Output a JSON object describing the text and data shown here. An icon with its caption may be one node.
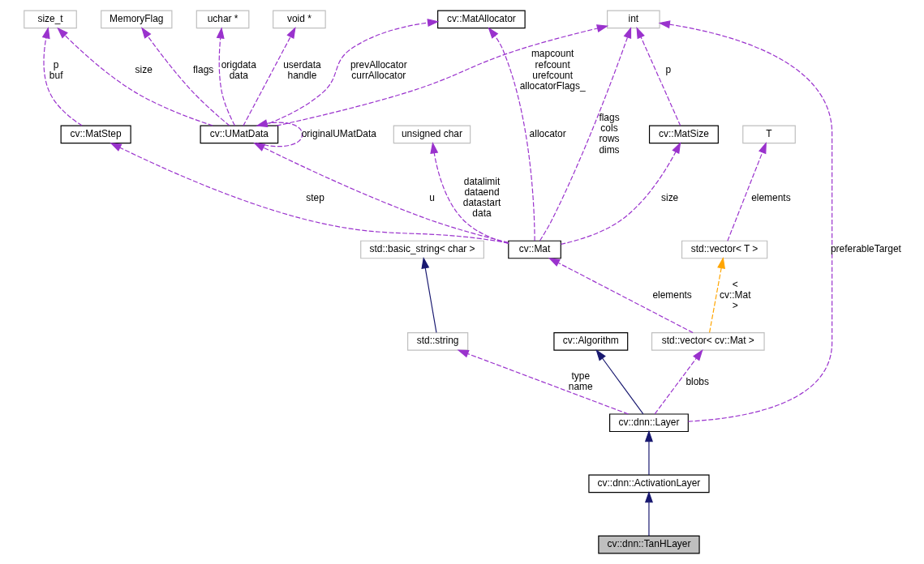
{
  "diagram": {
    "nodes": [
      {
        "text": [
          "int"
        ]
      },
      {
        "text": [
          "uchar *"
        ]
      },
      {
        "text": [
          "void *"
        ]
      },
      {
        "text": [
          "MemoryFlag"
        ]
      },
      {
        "text": [
          "cv::MatAllocator"
        ]
      },
      {
        "text": [
          "size_t"
        ]
      },
      {
        "text": [
          "cv::MatSize"
        ]
      },
      {
        "text": [
          "cv::UMatData"
        ]
      },
      {
        "text": [
          "cv::MatStep"
        ]
      },
      {
        "text": [
          "unsigned char"
        ]
      },
      {
        "text": [
          "T"
        ]
      },
      {
        "text": [
          "std::basic_string< char >"
        ]
      },
      {
        "text": [
          "cv::Mat"
        ]
      },
      {
        "text": [
          "std::vector< T >"
        ]
      },
      {
        "text": [
          "cv::Algorithm"
        ]
      },
      {
        "text": [
          "std::string"
        ]
      },
      {
        "text": [
          "std::vector< cv::Mat >"
        ]
      },
      {
        "text": [
          "cv::dnn::Layer"
        ]
      },
      {
        "text": [
          "cv::dnn::ActivationLayer"
        ]
      },
      {
        "text": [
          "cv::dnn::TanHLayer"
        ]
      }
    ],
    "edges": [
      {
        "from": 7,
        "to": 0,
        "arrow": "to",
        "label": "mapcount refcount urefcount allocatorFlags_",
        "style": "dashed"
      },
      {
        "from": 6,
        "to": 0,
        "arrow": "to",
        "label": "p",
        "style": "dashed"
      },
      {
        "from": 12,
        "to": 0,
        "arrow": "to",
        "label": "flags cols rows dims",
        "style": "dashed"
      },
      {
        "from": 17,
        "to": 0,
        "arrow": "to",
        "label": "preferableTarget",
        "style": "dashed"
      },
      {
        "from": 7,
        "to": 1,
        "arrow": "to",
        "label": "origdata data",
        "style": "dashed"
      },
      {
        "from": 7,
        "to": 2,
        "arrow": "to",
        "label": "userdata handle",
        "style": "dashed"
      },
      {
        "from": 7,
        "to": 3,
        "arrow": "to",
        "label": "flags",
        "style": "dashed"
      },
      {
        "from": 7,
        "to": 4,
        "arrow": "to",
        "label": "prevAllocator currAllocator",
        "style": "dashed"
      },
      {
        "from": 7,
        "to": 5,
        "arrow": "to",
        "label": "size",
        "style": "dashed"
      },
      {
        "from": 7,
        "to": 7,
        "arrow": "to",
        "label": "originalUMatData",
        "style": "dashed"
      },
      {
        "from": 12,
        "to": 4,
        "arrow": "to",
        "label": "allocator",
        "style": "dashed"
      },
      {
        "from": 8,
        "to": 5,
        "arrow": "to",
        "label": "p buf",
        "style": "dashed"
      },
      {
        "from": 12,
        "to": 6,
        "arrow": "to",
        "label": "size",
        "style": "dashed"
      },
      {
        "from": 12,
        "to": 7,
        "arrow": "to",
        "label": "u",
        "style": "dashed"
      },
      {
        "from": 12,
        "to": 8,
        "arrow": "to",
        "label": "step",
        "style": "dashed"
      },
      {
        "from": 12,
        "to": 9,
        "arrow": "to",
        "label": "datalimit dataend datastart data",
        "style": "dashed"
      },
      {
        "from": 13,
        "to": 10,
        "arrow": "to",
        "label": "elements",
        "style": "dashed"
      },
      {
        "from": 16,
        "to": 12,
        "arrow": "to",
        "label": "elements",
        "style": "dashed"
      },
      {
        "from": 16,
        "to": 13,
        "arrow": "to",
        "label": "< cv::Mat >",
        "style": "dashed",
        "color": "#ffa500"
      },
      {
        "from": 15,
        "to": 11,
        "arrow": "to",
        "color": "#191970"
      },
      {
        "from": 17,
        "to": 14,
        "arrow": "to",
        "color": "#191970"
      },
      {
        "from": 17,
        "to": 15,
        "arrow": "to",
        "label": "type name",
        "style": "dashed"
      },
      {
        "from": 17,
        "to": 16,
        "arrow": "to",
        "label": "blobs",
        "style": "dashed"
      },
      {
        "from": 18,
        "to": 17,
        "arrow": "to",
        "color": "#191970"
      },
      {
        "from": 19,
        "to": 18,
        "arrow": "to",
        "color": "#191970"
      }
    ]
  }
}
